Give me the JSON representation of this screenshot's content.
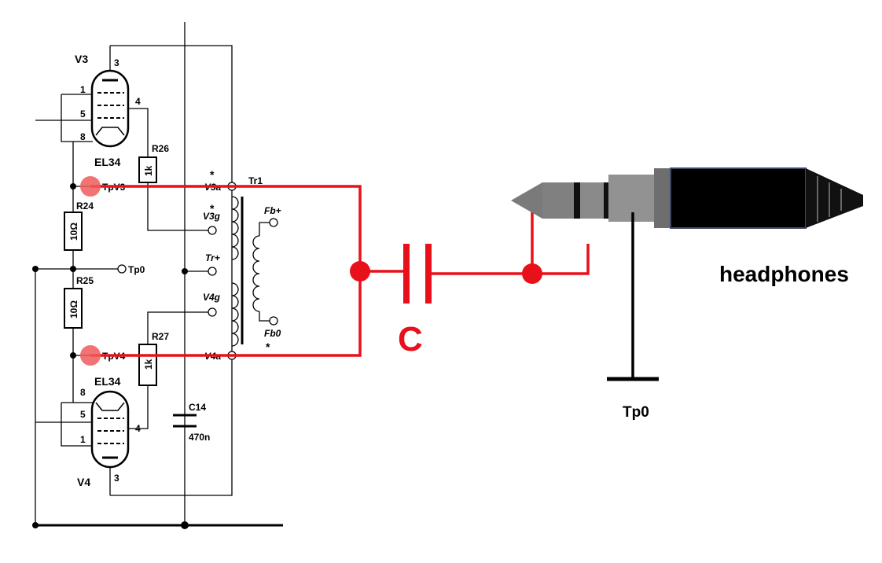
{
  "schematic": {
    "tube_top": {
      "ref": "V3",
      "type": "EL34",
      "pins": {
        "p1": "1",
        "p3": "3",
        "p4": "4",
        "p5": "5",
        "p8": "8"
      }
    },
    "tube_bottom": {
      "ref": "V4",
      "type": "EL34",
      "pins": {
        "p1": "1",
        "p3": "3",
        "p4": "4",
        "p5": "5",
        "p8": "8"
      }
    },
    "resistors": [
      {
        "ref": "R26",
        "value": "1k"
      },
      {
        "ref": "R24",
        "value": "10Ω"
      },
      {
        "ref": "R25",
        "value": "10Ω"
      },
      {
        "ref": "R27",
        "value": "1k"
      }
    ],
    "capacitor": {
      "ref": "C14",
      "value": "470n"
    },
    "transformer": {
      "ref": "Tr1",
      "star": "*"
    },
    "terminals": {
      "v3a": "V3a",
      "v3g": "V3g",
      "trplus": "Tr+",
      "v4g": "V4g",
      "v4a": "V4a",
      "fbplus": "Fb+",
      "fb0": "Fb0",
      "tp0": "Tp0",
      "tpv3": "TpV3",
      "tpv4": "TpV4"
    }
  },
  "annotation": {
    "cap_label": "C",
    "plug_label": "headphones",
    "ground_label": "Tp0"
  },
  "colors": {
    "overlay": "#e8101a",
    "test_point_dot": "#f05a5a"
  }
}
